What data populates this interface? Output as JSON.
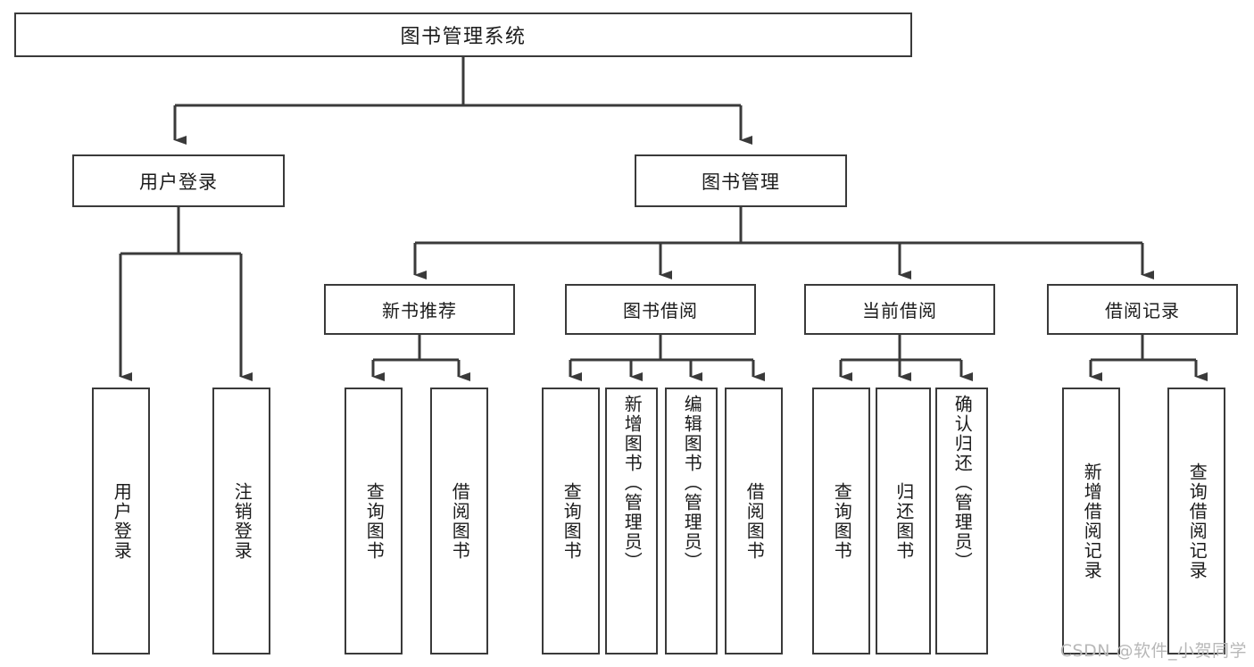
{
  "diagram": {
    "type": "tree",
    "title": "图书管理系统",
    "root": {
      "id": "root",
      "label": "图书管理系统"
    },
    "level2": [
      {
        "id": "user-login",
        "label": "用户登录"
      },
      {
        "id": "book-manage",
        "label": "图书管理"
      }
    ],
    "level3": [
      {
        "id": "new-book-recommend",
        "label": "新书推荐",
        "parent": "book-manage"
      },
      {
        "id": "book-borrow",
        "label": "图书借阅",
        "parent": "book-manage"
      },
      {
        "id": "current-borrow",
        "label": "当前借阅",
        "parent": "book-manage"
      },
      {
        "id": "borrow-record",
        "label": "借阅记录",
        "parent": "book-manage"
      }
    ],
    "leaves": [
      {
        "id": "leaf-user-login",
        "label": "用户登录",
        "parent": "user-login"
      },
      {
        "id": "leaf-user-logout",
        "label": "注销登录",
        "parent": "user-login"
      },
      {
        "id": "leaf-query-book-1",
        "label": "查询图书",
        "parent": "new-book-recommend"
      },
      {
        "id": "leaf-borrow-book-1",
        "label": "借阅图书",
        "parent": "new-book-recommend"
      },
      {
        "id": "leaf-query-book-2",
        "label": "查询图书",
        "parent": "book-borrow"
      },
      {
        "id": "leaf-add-book",
        "label": "新增图书（管理员）",
        "parent": "book-borrow"
      },
      {
        "id": "leaf-edit-book",
        "label": "编辑图书（管理员）",
        "parent": "book-borrow"
      },
      {
        "id": "leaf-borrow-book-2",
        "label": "借阅图书",
        "parent": "book-borrow"
      },
      {
        "id": "leaf-query-book-3",
        "label": "查询图书",
        "parent": "current-borrow"
      },
      {
        "id": "leaf-return-book",
        "label": "归还图书",
        "parent": "current-borrow"
      },
      {
        "id": "leaf-confirm-return",
        "label": "确认归还（管理员）",
        "parent": "current-borrow"
      },
      {
        "id": "leaf-add-record",
        "label": "新增借阅记录",
        "parent": "borrow-record"
      },
      {
        "id": "leaf-query-record",
        "label": "查询借阅记录",
        "parent": "borrow-record"
      }
    ],
    "colors": {
      "box_border": "#3a3a3a",
      "box_fill": "#ffffff",
      "connector": "#3a3a3a",
      "text": "#1b1b1b",
      "watermark": "#b8b8b8",
      "background": "#ffffff"
    }
  },
  "watermark": {
    "text": "CSDN @软件_小贺同学"
  }
}
